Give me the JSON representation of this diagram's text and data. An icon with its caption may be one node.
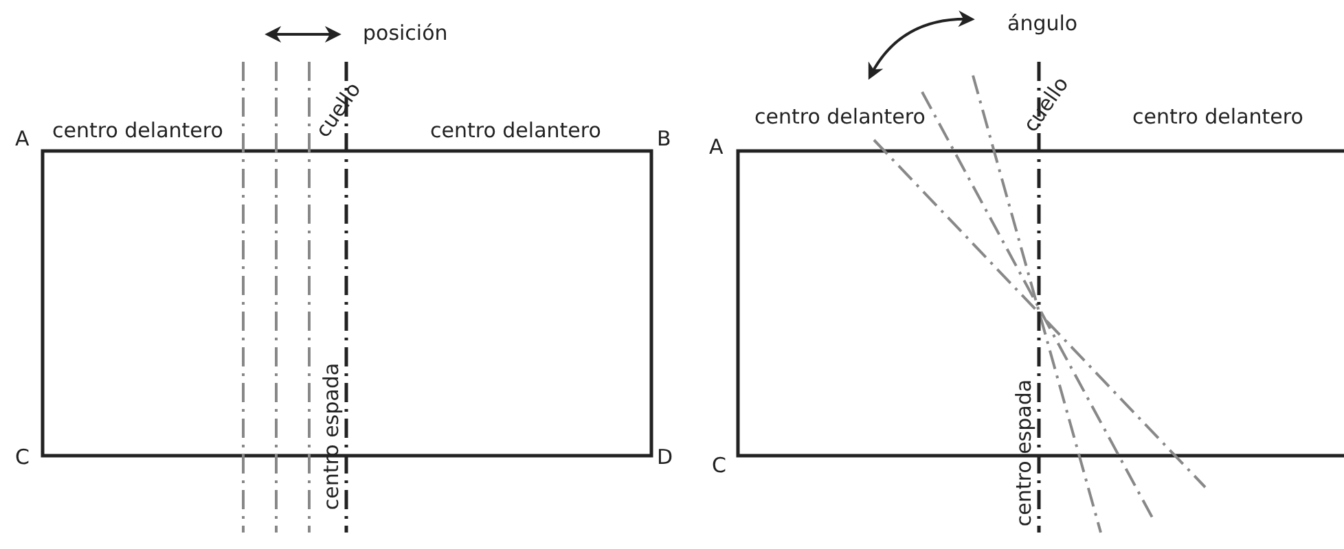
{
  "diagram": {
    "labels": [
      "posición",
      "A",
      "centro delantero",
      "cuello",
      "centro delantero",
      "B",
      "centro espada",
      "C",
      "D",
      "ángulo",
      "centro delantero",
      "cuello",
      "centro delantero",
      "A",
      "centro espada",
      "C"
    ]
  }
}
